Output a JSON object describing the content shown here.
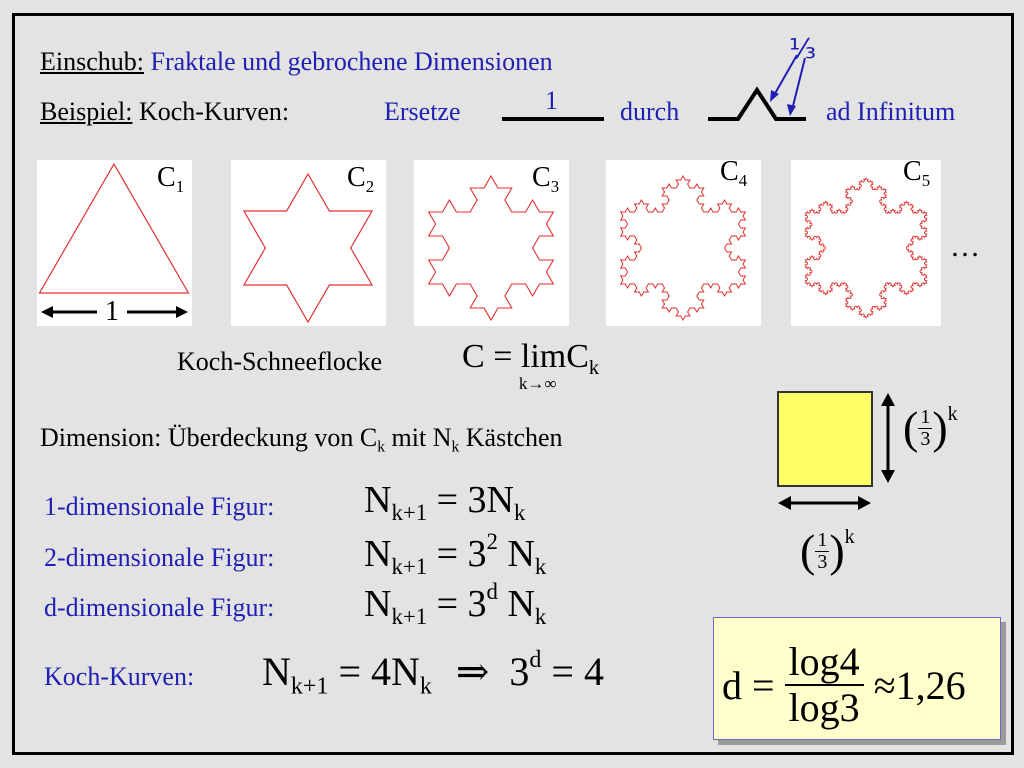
{
  "header": {
    "einschub_label": "Einschub:",
    "einschub_text": "Fraktale und gebrochene Dimensionen",
    "beispiel_label": "Beispiel:",
    "beispiel_text": "Koch-Kurven:",
    "ersetze": "Ersetze",
    "segment_length": "1",
    "durch": "durch",
    "ad_infinitum": "ad Infinitum",
    "third_label": "⅓"
  },
  "curves": [
    {
      "base": "C",
      "index": "1"
    },
    {
      "base": "C",
      "index": "2"
    },
    {
      "base": "C",
      "index": "3"
    },
    {
      "base": "C",
      "index": "4"
    },
    {
      "base": "C",
      "index": "5"
    }
  ],
  "ellipsis": "…",
  "width_label": "1",
  "colors": {
    "koch": "#e03030",
    "blue_text": "#1f1fb4",
    "square_fill": "#ffff66",
    "box_fill": "#ffffcc"
  },
  "snowflake": {
    "label": "Koch-Schneeflocke",
    "lhs": "C",
    "eq": "=",
    "lim": "lim",
    "lim_sub": "k→∞",
    "rhs": "C",
    "rhs_sub": "k"
  },
  "dimension": {
    "prefix": "Dimension: Überdeckung von C",
    "sub1": "k",
    "mid": " mit N",
    "sub2": "k",
    "suffix": " Kästchen"
  },
  "box_side": {
    "num": "1",
    "den": "3",
    "exp": "k"
  },
  "rows": [
    {
      "label": "1-dimensionale Figur:",
      "lhs": "N",
      "lhs_sub": "k+1",
      "eq": "=",
      "coef": "3",
      "exp": "",
      "rhs": "N",
      "rhs_sub": "k"
    },
    {
      "label": "2-dimensionale Figur:",
      "lhs": "N",
      "lhs_sub": "k+1",
      "eq": "=",
      "coef": "3",
      "exp": "2",
      "rhs": "N",
      "rhs_sub": "k"
    },
    {
      "label": "d-dimensionale Figur:",
      "lhs": "N",
      "lhs_sub": "k+1",
      "eq": "=",
      "coef": "3",
      "exp": "d",
      "rhs": "N",
      "rhs_sub": "k"
    }
  ],
  "koch": {
    "label": "Koch-Kurven:",
    "lhs": "N",
    "lhs_sub": "k+1",
    "eq": "=",
    "coef": "4",
    "rhs": "N",
    "rhs_sub": "k",
    "implies": "⇒",
    "base": "3",
    "exp": "d",
    "eq2": "=",
    "val": "4"
  },
  "result": {
    "lhs": "d",
    "eq": "=",
    "num": "log4",
    "den": "log3",
    "approx": "≈",
    "value": "1,26"
  }
}
